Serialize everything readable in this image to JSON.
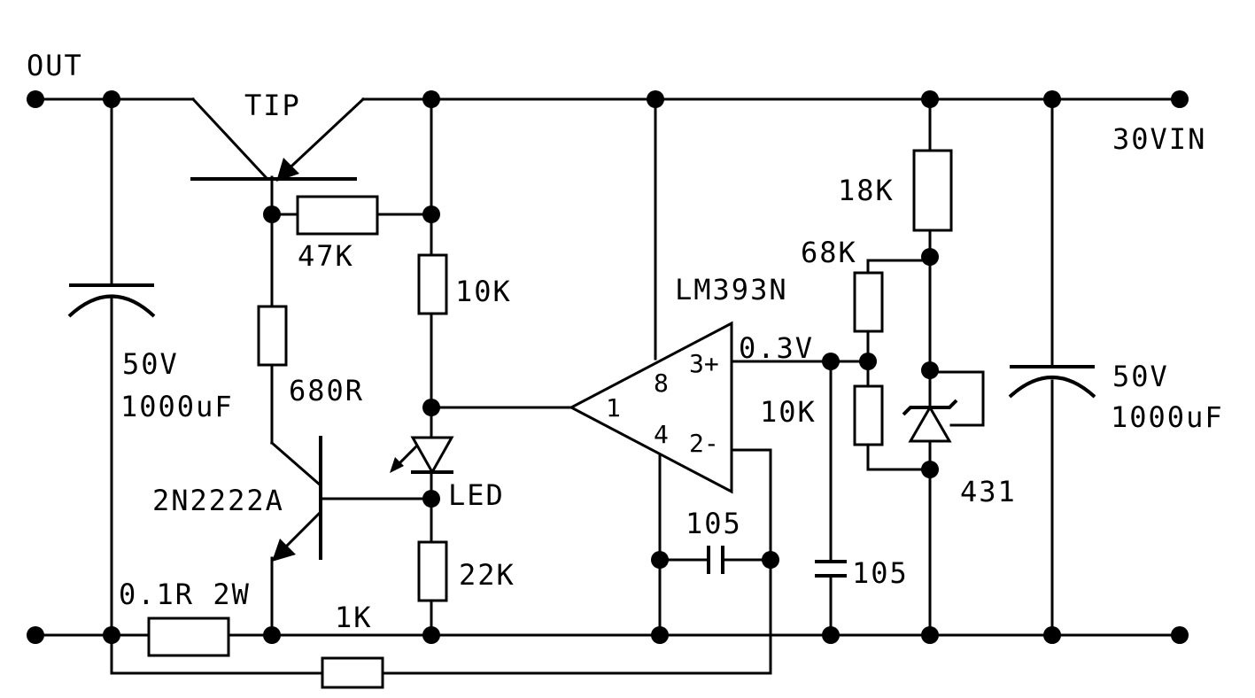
{
  "colors": {
    "background": "#ffffff",
    "ink": "#000000"
  },
  "labels": {
    "out": "OUT",
    "vin": "30VIN",
    "tip": "TIP",
    "r47k": "47K",
    "r10k_top": "10K",
    "r680": "680R",
    "cap_left_voltage": "50V",
    "cap_left_value": "1000uF",
    "cap_right_voltage": "50V",
    "cap_right_value": "1000uF",
    "lm393": "LM393N",
    "pin1": "1",
    "pin8": "8",
    "pin3": "3+",
    "pin4": "4",
    "pin2": "2-",
    "ref_voltage": "0.3V",
    "r10k_ref": "10K",
    "r18k": "18K",
    "r68k": "68K",
    "tl431": "431",
    "transistor": "2N2222A",
    "led": "LED",
    "r22k": "22K",
    "cap_105_comp": "105",
    "cap_105_ref": "105",
    "shunt": "0.1R 2W",
    "r1k": "1K"
  }
}
